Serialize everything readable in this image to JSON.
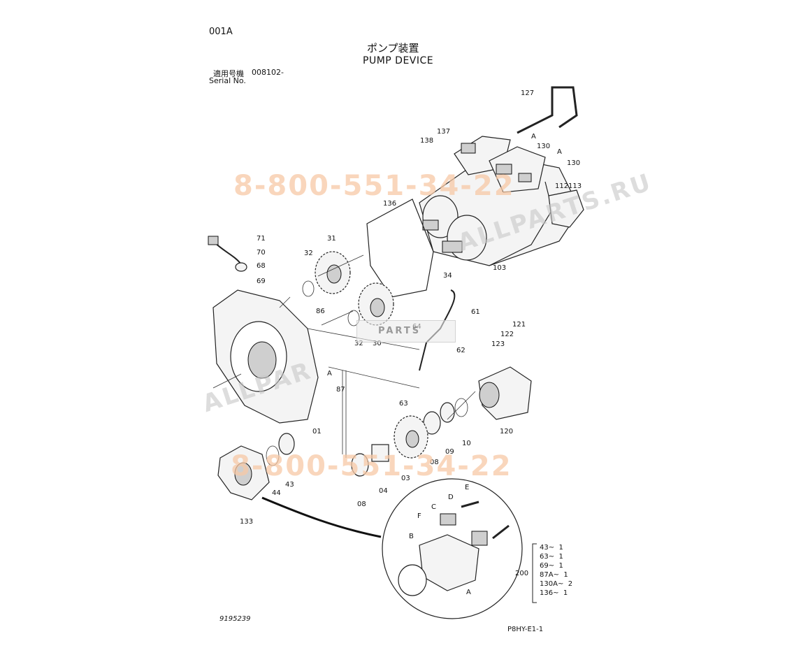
{
  "header": {
    "page_code": "001A",
    "title_jp": "ポンプ装置",
    "title_en": "PUMP DEVICE",
    "serial_label_jp": "適用号機",
    "serial_value": "008102-",
    "serial_label_en": "Serial No."
  },
  "footer": {
    "drawing_no": "9195239",
    "ref_code": "P8HY-E1-1"
  },
  "watermarks": {
    "phone_top": "8-800-551-34-22",
    "phone_bottom": "8-800-551-34-22",
    "site_right": "ALLPARTS.RU",
    "site_left": "ALLPAR",
    "logo_text": "PARTS"
  },
  "part_labels": [
    {
      "id": "127",
      "text": "127"
    },
    {
      "id": "137",
      "text": "137"
    },
    {
      "id": "138",
      "text": "138"
    },
    {
      "id": "130a",
      "text": "130"
    },
    {
      "id": "130b",
      "text": "130"
    },
    {
      "id": "A1",
      "text": "A"
    },
    {
      "id": "A2",
      "text": "A"
    },
    {
      "id": "112",
      "text": "112"
    },
    {
      "id": "113",
      "text": "113"
    },
    {
      "id": "136",
      "text": "136"
    },
    {
      "id": "103",
      "text": "103"
    },
    {
      "id": "34",
      "text": "34"
    },
    {
      "id": "71",
      "text": "71"
    },
    {
      "id": "70",
      "text": "70"
    },
    {
      "id": "68",
      "text": "68"
    },
    {
      "id": "69",
      "text": "69"
    },
    {
      "id": "31",
      "text": "31"
    },
    {
      "id": "32a",
      "text": "32"
    },
    {
      "id": "86",
      "text": "86"
    },
    {
      "id": "61",
      "text": "61"
    },
    {
      "id": "64",
      "text": "64"
    },
    {
      "id": "32b",
      "text": "32"
    },
    {
      "id": "30",
      "text": "30"
    },
    {
      "id": "62",
      "text": "62"
    },
    {
      "id": "121",
      "text": "121"
    },
    {
      "id": "122",
      "text": "122"
    },
    {
      "id": "123",
      "text": "123"
    },
    {
      "id": "A3",
      "text": "A"
    },
    {
      "id": "87",
      "text": "87"
    },
    {
      "id": "63",
      "text": "63"
    },
    {
      "id": "120",
      "text": "120"
    },
    {
      "id": "01",
      "text": "01"
    },
    {
      "id": "10",
      "text": "10"
    },
    {
      "id": "09",
      "text": "09"
    },
    {
      "id": "08a",
      "text": "08"
    },
    {
      "id": "03",
      "text": "03"
    },
    {
      "id": "04",
      "text": "04"
    },
    {
      "id": "08b",
      "text": "08"
    },
    {
      "id": "44",
      "text": "44"
    },
    {
      "id": "43",
      "text": "43"
    },
    {
      "id": "133",
      "text": "133"
    },
    {
      "id": "E",
      "text": "E"
    },
    {
      "id": "D",
      "text": "D"
    },
    {
      "id": "C",
      "text": "C"
    },
    {
      "id": "F",
      "text": "F"
    },
    {
      "id": "B",
      "text": "B"
    },
    {
      "id": "A4",
      "text": "A"
    }
  ],
  "kit": {
    "number": "200",
    "items": [
      {
        "part": "43",
        "qty": "1"
      },
      {
        "part": "63",
        "qty": "1"
      },
      {
        "part": "69",
        "qty": "1"
      },
      {
        "part": "87A",
        "qty": "1"
      },
      {
        "part": "130A",
        "qty": "2"
      },
      {
        "part": "136",
        "qty": "1"
      }
    ],
    "sep": "~"
  },
  "colors": {
    "watermark_orange": "#f7c9a6",
    "watermark_gray": "#c8c8c8",
    "line": "#222222"
  }
}
